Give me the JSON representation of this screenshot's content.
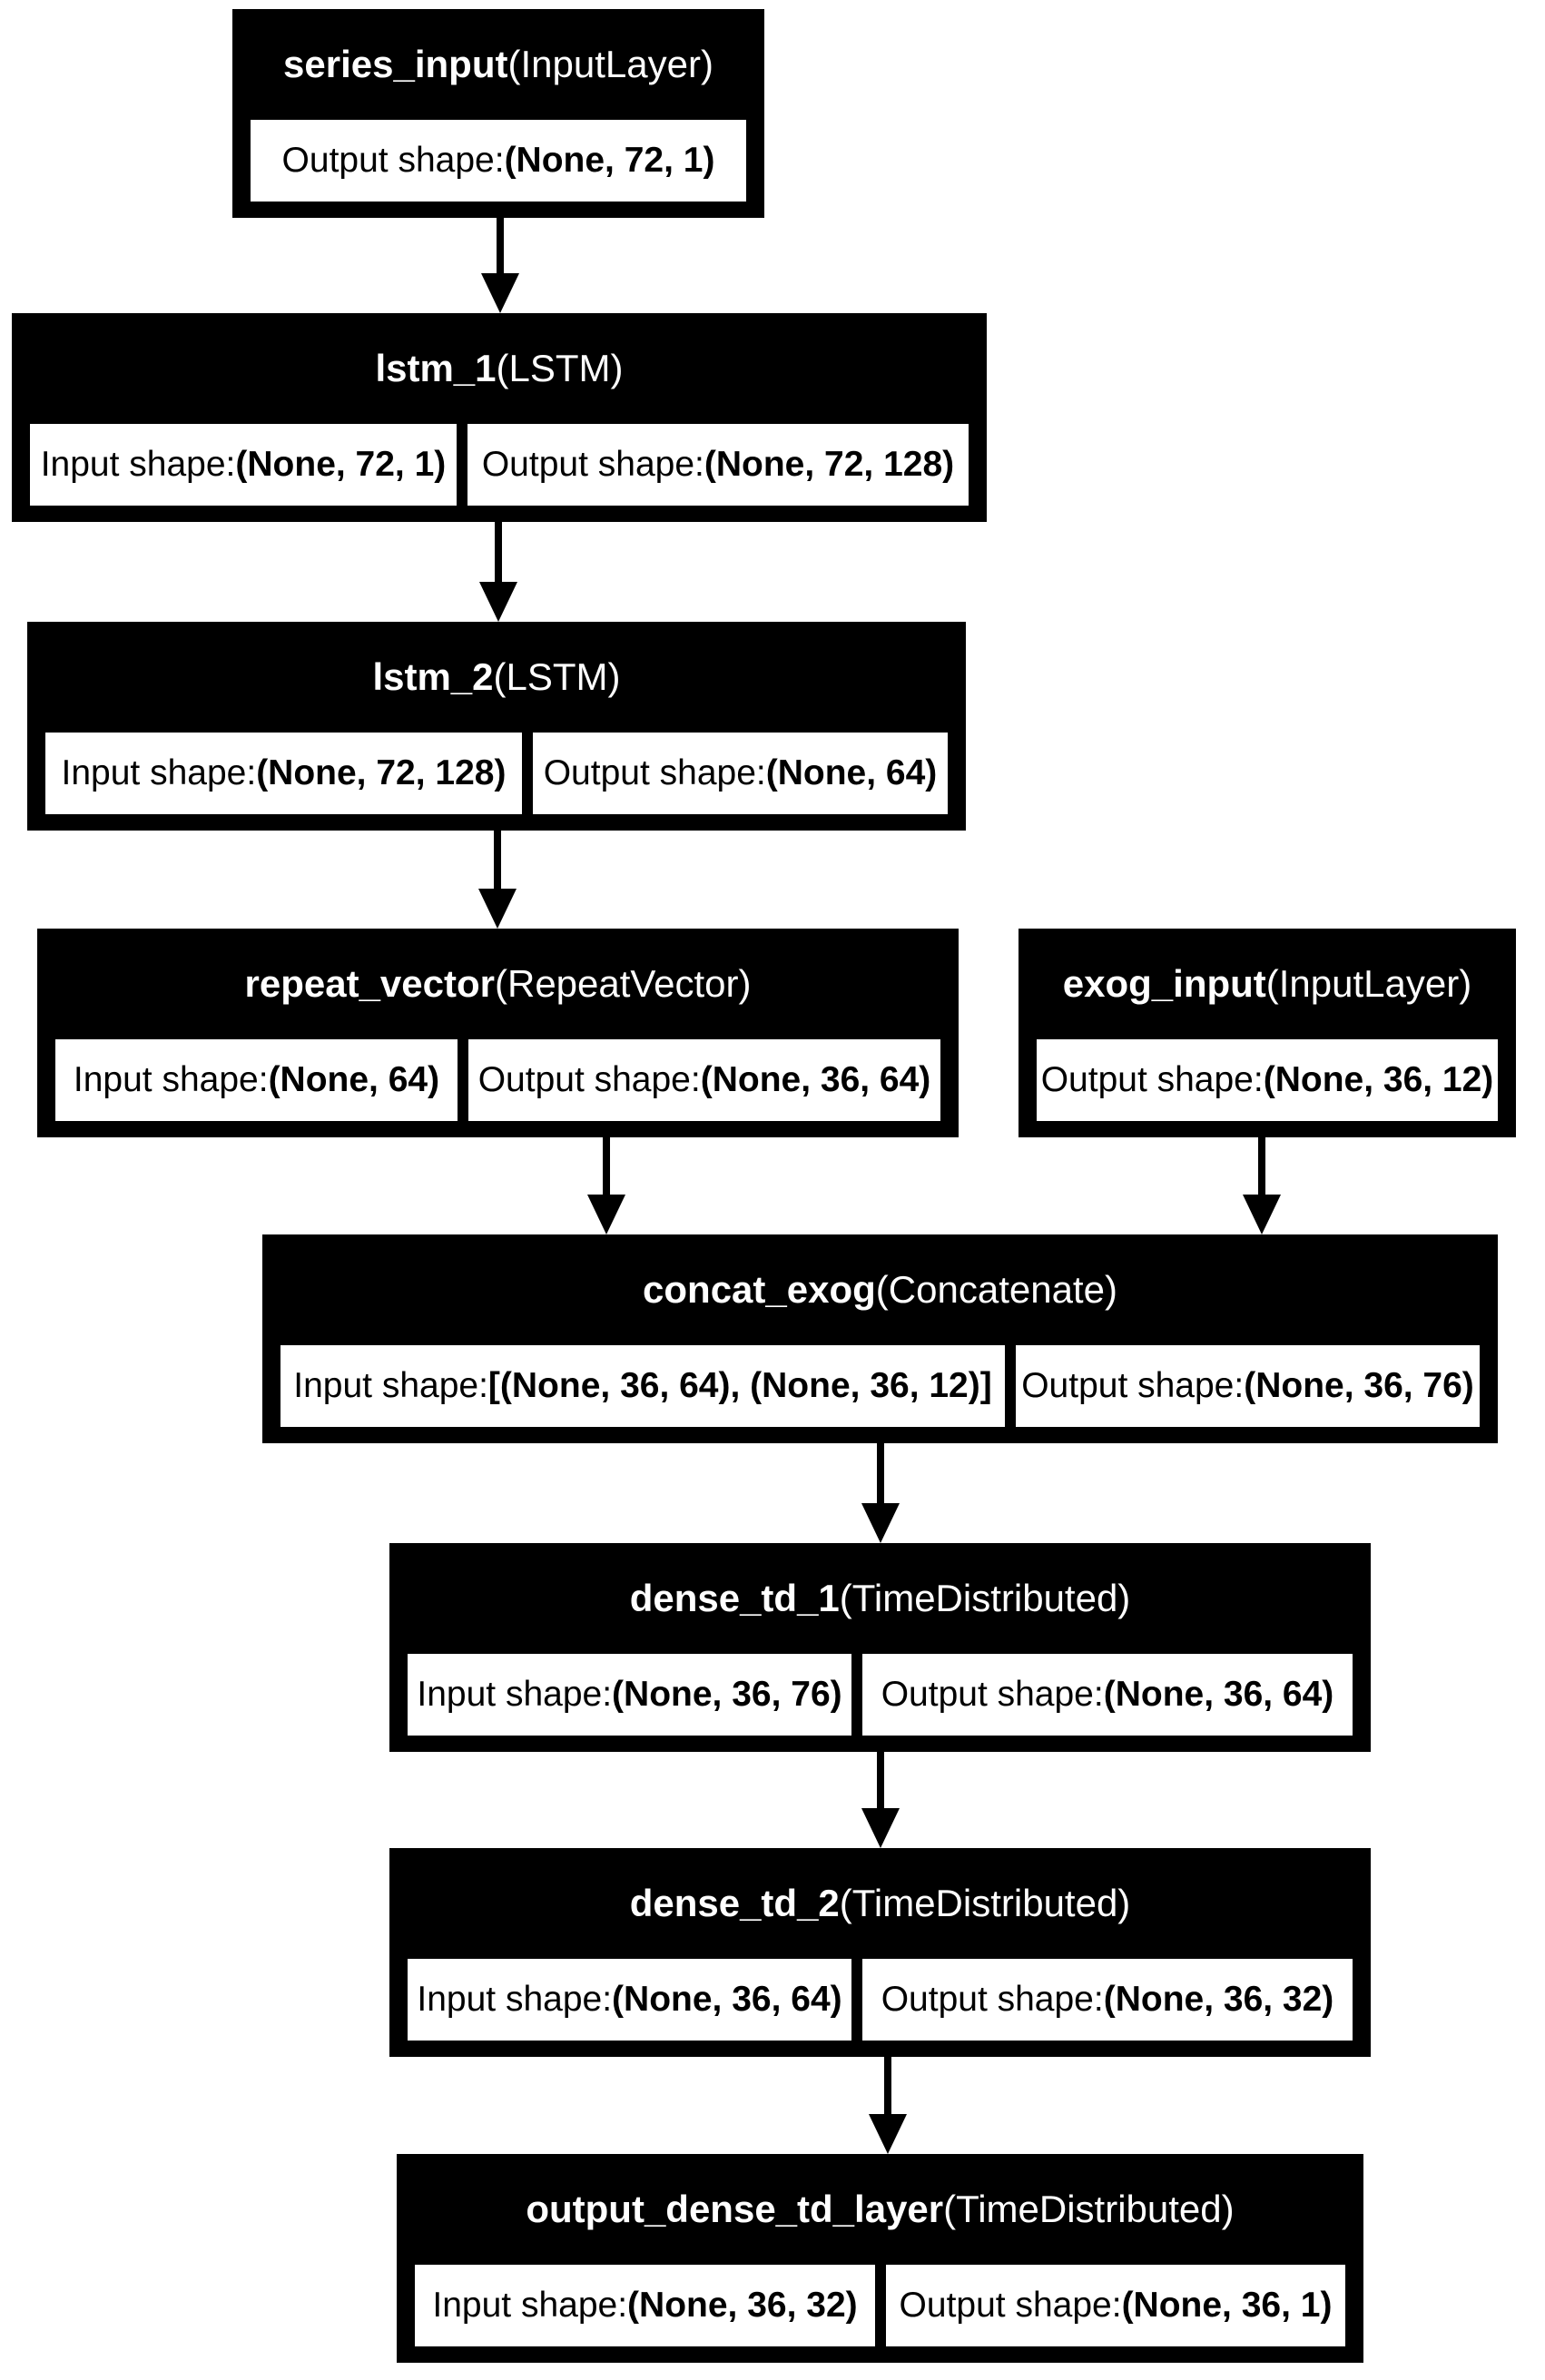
{
  "diagram": {
    "background_color": "#ffffff",
    "node_header_bg": "#000000",
    "node_header_text_color": "#ffffff",
    "node_cell_bg": "#ffffff",
    "node_cell_text_color": "#000000",
    "edge_color": "#000000",
    "nodes": [
      {
        "id": "series_input",
        "name": "series_input",
        "type_label": "(InputLayer)",
        "cells": [
          {
            "label": "Output shape:",
            "value": "(None, 72, 1)"
          }
        ]
      },
      {
        "id": "lstm_1",
        "name": "lstm_1",
        "type_label": "(LSTM)",
        "cells": [
          {
            "label": "Input shape:",
            "value": "(None, 72, 1)"
          },
          {
            "label": "Output shape:",
            "value": "(None, 72, 128)"
          }
        ]
      },
      {
        "id": "lstm_2",
        "name": "lstm_2",
        "type_label": "(LSTM)",
        "cells": [
          {
            "label": "Input shape:",
            "value": "(None, 72, 128)"
          },
          {
            "label": "Output shape:",
            "value": "(None, 64)"
          }
        ]
      },
      {
        "id": "repeat_vector",
        "name": "repeat_vector",
        "type_label": "(RepeatVector)",
        "cells": [
          {
            "label": "Input shape:",
            "value": "(None, 64)"
          },
          {
            "label": "Output shape:",
            "value": "(None, 36, 64)"
          }
        ]
      },
      {
        "id": "exog_input",
        "name": "exog_input",
        "type_label": "(InputLayer)",
        "cells": [
          {
            "label": "Output shape:",
            "value": "(None, 36, 12)"
          }
        ]
      },
      {
        "id": "concat_exog",
        "name": "concat_exog",
        "type_label": "(Concatenate)",
        "cells": [
          {
            "label": "Input shape:",
            "value": "[(None, 36, 64), (None, 36, 12)]"
          },
          {
            "label": "Output shape:",
            "value": "(None, 36, 76)"
          }
        ]
      },
      {
        "id": "dense_td_1",
        "name": "dense_td_1",
        "type_label": "(TimeDistributed)",
        "cells": [
          {
            "label": "Input shape:",
            "value": "(None, 36, 76)"
          },
          {
            "label": "Output shape:",
            "value": "(None, 36, 64)"
          }
        ]
      },
      {
        "id": "dense_td_2",
        "name": "dense_td_2",
        "type_label": "(TimeDistributed)",
        "cells": [
          {
            "label": "Input shape:",
            "value": "(None, 36, 64)"
          },
          {
            "label": "Output shape:",
            "value": "(None, 36, 32)"
          }
        ]
      },
      {
        "id": "output_dense_td_layer",
        "name": "output_dense_td_layer",
        "type_label": "(TimeDistributed)",
        "cells": [
          {
            "label": "Input shape:",
            "value": "(None, 36, 32)"
          },
          {
            "label": "Output shape:",
            "value": "(None, 36, 1)"
          }
        ]
      }
    ],
    "edges": [
      {
        "from": "series_input",
        "to": "lstm_1"
      },
      {
        "from": "lstm_1",
        "to": "lstm_2"
      },
      {
        "from": "lstm_2",
        "to": "repeat_vector"
      },
      {
        "from": "repeat_vector",
        "to": "concat_exog"
      },
      {
        "from": "exog_input",
        "to": "concat_exog"
      },
      {
        "from": "concat_exog",
        "to": "dense_td_1"
      },
      {
        "from": "dense_td_1",
        "to": "dense_td_2"
      },
      {
        "from": "dense_td_2",
        "to": "output_dense_td_layer"
      }
    ]
  }
}
